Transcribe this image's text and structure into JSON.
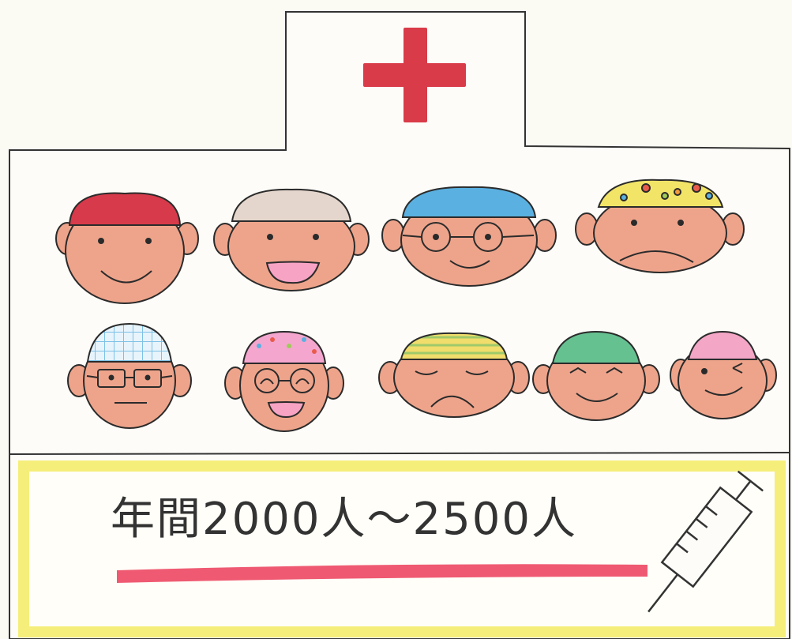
{
  "caption": {
    "text": "年間2000人～2500人"
  },
  "colors": {
    "skin": "#eea48b",
    "cross": "#d93b48",
    "underline": "#ef5a72",
    "banner_border": "#f5ee7a",
    "outline": "#2b2b2b"
  },
  "people": [
    {
      "cap": "red",
      "expression": "smile"
    },
    {
      "cap": "beige",
      "expression": "open-mouth-smile"
    },
    {
      "cap": "blue",
      "expression": "glasses-smile"
    },
    {
      "cap": "yellow-dotted",
      "expression": "frown"
    },
    {
      "cap": "blue-plaid",
      "expression": "glasses-neutral"
    },
    {
      "cap": "pink-starred",
      "expression": "glasses-laugh"
    },
    {
      "cap": "yellow-striped",
      "expression": "eyes-closed-frown"
    },
    {
      "cap": "green",
      "expression": "happy-eyes"
    },
    {
      "cap": "pink",
      "expression": "wink"
    }
  ],
  "icons": [
    "red-cross-icon",
    "syringe-icon"
  ]
}
